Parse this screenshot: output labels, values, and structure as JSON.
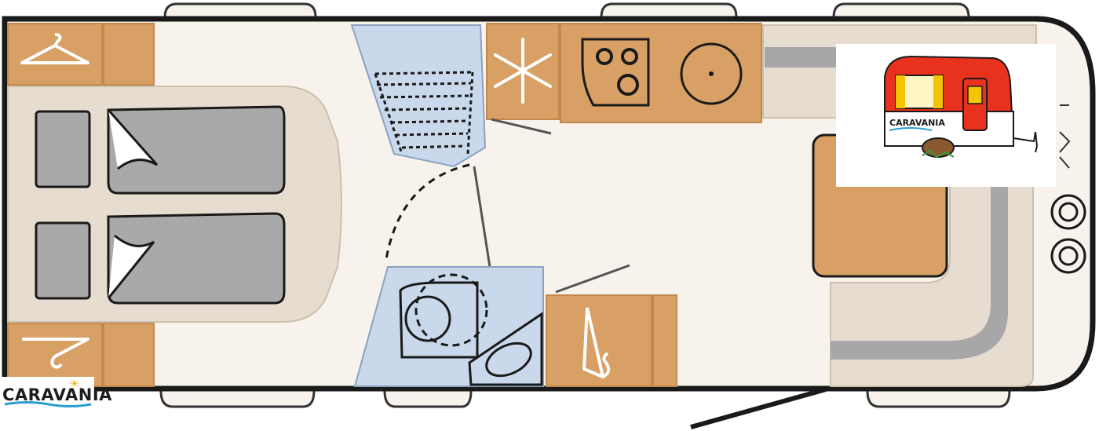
{
  "diagram": {
    "subject": "caravan floor plan",
    "colors": {
      "outline": "#1a1a1a",
      "floor": "#f7f3ec",
      "furniture": "#d8a064",
      "bed_frame": "#e6dccf",
      "bedding": "#a9a9aa",
      "sanitary": "#c9d8ea",
      "seat_cushion": "#a7a7aa"
    }
  },
  "logo": {
    "brand": "CARAVANIA",
    "inset_brand": "CARAVANIA"
  }
}
